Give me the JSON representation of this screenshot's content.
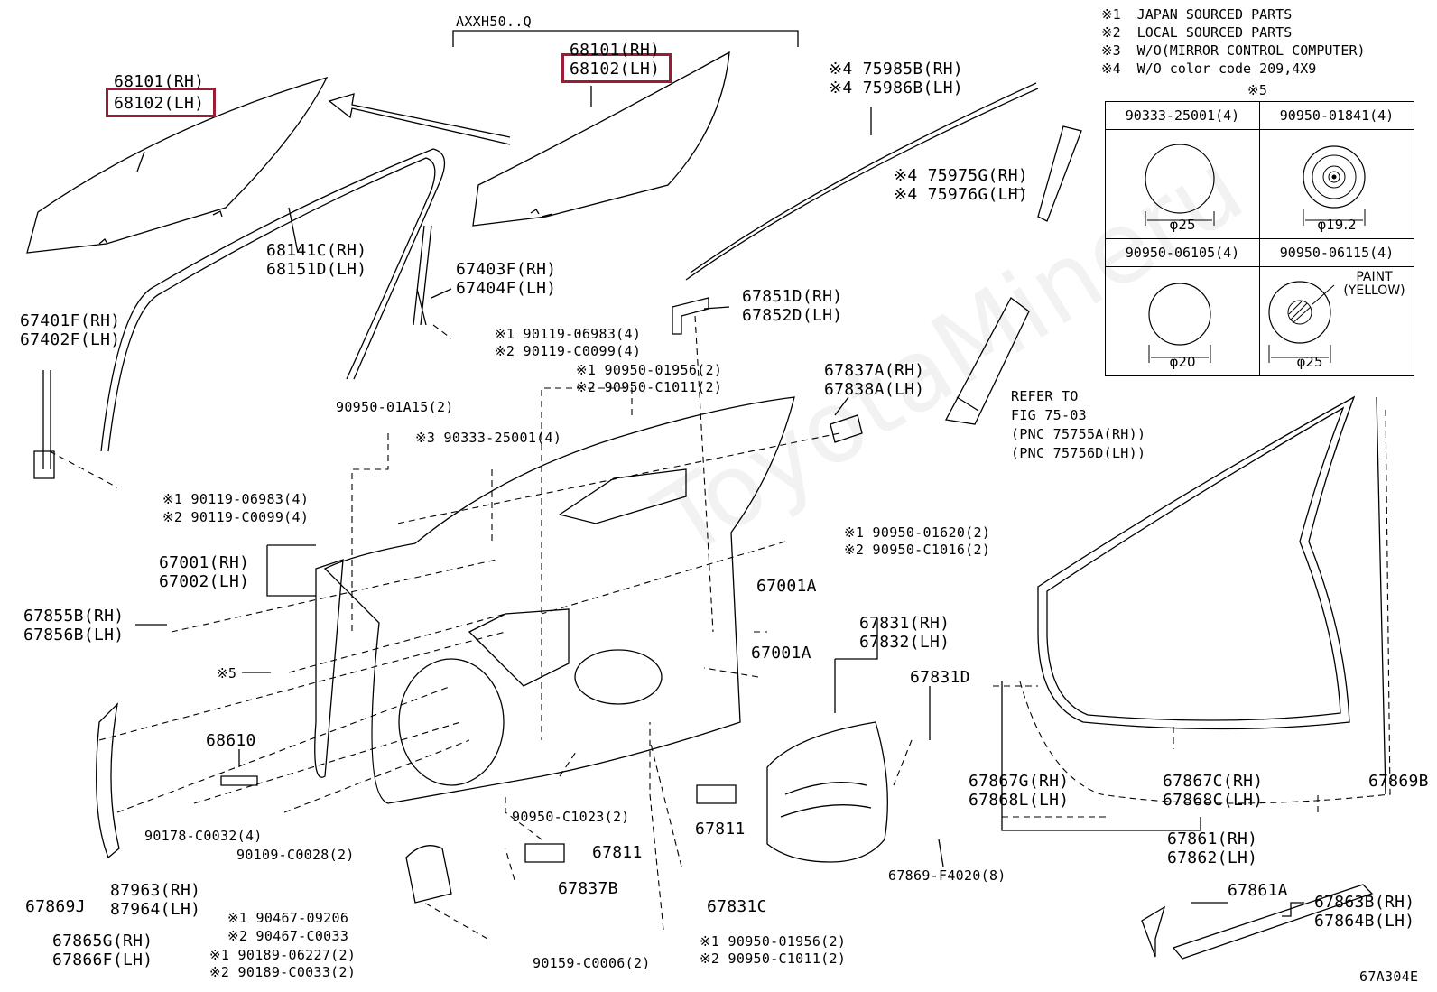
{
  "diagram": {
    "model_code": "AXXH50..Q",
    "figure_id": "67A304E",
    "watermark": "ToyotaMineru",
    "notes": [
      "※1  JAPAN SOURCED PARTS",
      "※2  LOCAL SOURCED PARTS",
      "※3  W/O(MIRROR CONTROL COMPUTER)",
      "※4  W/O color code 209,4X9"
    ],
    "fastener_table": {
      "header": "※5",
      "cells": [
        {
          "part": "90333-25001(4)",
          "size": "φ25"
        },
        {
          "part": "90950-01841(4)",
          "size": "φ19.2"
        },
        {
          "part": "90950-06105(4)",
          "size": "φ20"
        },
        {
          "part": "90950-06115(4)",
          "size": "φ25",
          "note": "PAINT\n(YELLOW)"
        }
      ]
    },
    "labels": {
      "glass_rh_left": "68101(RH)",
      "glass_lh_left": "68102(LH)",
      "glass_rh_center": "68101(RH)",
      "glass_lh_center": "68102(LH)",
      "run_rh": "68141C(RH)",
      "run_lh": "68151D(LH)",
      "channel_front_rh": "67401F(RH)",
      "channel_front_lh": "67402F(LH)",
      "channel_rear_rh": "67403F(RH)",
      "channel_rear_lh": "67404F(LH)",
      "bolt_a1": "※1 90119-06983(4)",
      "bolt_a2": "※2 90119-C0099(4)",
      "bolt_b1": "※1 90119-06983(4)",
      "bolt_b2": "※2 90119-C0099(4)",
      "moulding_rh": "※4 75985B(RH)",
      "moulding_lh": "※4 75986B(LH)",
      "garnish_rh": "※4 75975G(RH)",
      "garnish_lh": "※4 75976G(LH)",
      "bracket_rh": "67851D(RH)",
      "bracket_lh": "67852D(LH)",
      "nut_a1": "※1 90950-01956(2)",
      "nut_a2": "※2 90950-C1011(2)",
      "plug_a15": "90950-01A15(2)",
      "plug_s3": "※3 90333-25001(4)",
      "hinge_rh": "67837A(RH)",
      "hinge_lh": "67838A(LH)",
      "refer_1": "REFER TO",
      "refer_2": "FIG 75-03",
      "refer_3": "(PNC 75755A(RH))",
      "refer_4": "(PNC 75756D(LH))",
      "nut_b1": "※1 90950-01620(2)",
      "nut_b2": "※2 90950-C1016(2)",
      "door_rh": "67001(RH)",
      "door_lh": "67002(LH)",
      "plug_67001a_1": "67001A",
      "plug_67001a_2": "67001A",
      "support_rh": "67855B(RH)",
      "support_lh": "67856B(LH)",
      "ref5": "※5",
      "cover_rh": "67831(RH)",
      "cover_lh": "67832(LH)",
      "clip_67831d": "67831D",
      "check_68610": "68610",
      "screw_c0032": "90178-C0032(4)",
      "bolt_c0028": "90109-C0028(2)",
      "plug_c1023": "90950-C1023(2)",
      "pad_67811_a": "67811",
      "pad_67811_b": "67811",
      "cushion_67837b": "67837B",
      "clip_67831c": "67831C",
      "clip_f4020": "67869-F4020(8)",
      "ws_front_rh": "67867G(RH)",
      "ws_front_lh": "67868L(LH)",
      "ws_rear_rh": "67867C(RH)",
      "ws_rear_lh": "67868C(LH)",
      "ws_main": "67869B",
      "ws_door_rh": "67861(RH)",
      "ws_door_lh": "67862(LH)",
      "clip_67861a": "67861A",
      "ws_low_rh": "67863B(RH)",
      "ws_low_lh": "67864B(LH)",
      "ws_67869j": "67869J",
      "speaker_rh": "87963(RH)",
      "speaker_lh": "87964(LH)",
      "scr_c1": "※1 90467-09206",
      "scr_c2": "※2 90467-C0033",
      "scr_d1": "※1 90189-06227(2)",
      "scr_d2": "※2 90189-C0033(2)",
      "bolt_c0006": "90159-C0006(2)",
      "nut_c1": "※1 90950-01956(2)",
      "nut_c2": "※2 90950-C1011(2)",
      "frame_rh": "67865G(RH)",
      "frame_lh": "67866F(LH)"
    }
  }
}
